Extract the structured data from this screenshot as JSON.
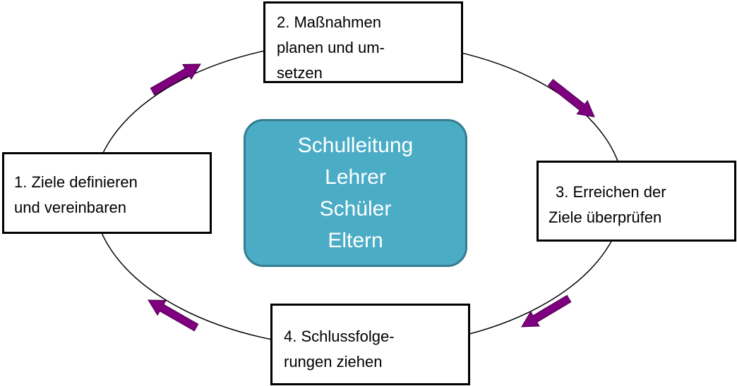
{
  "diagram": {
    "center": {
      "lines": [
        "Schulleitung",
        "Lehrer",
        "Schüler",
        "Eltern"
      ],
      "fill_color": "#4bacc6",
      "border_color": "#357d91",
      "text_color": "#ffffff"
    },
    "steps": [
      {
        "text": "1.  Ziele definieren\nund vereinbaren"
      },
      {
        "text": "2.  Maßnahmen\nplanen und um-\nsetzen"
      },
      {
        "text": "3.  Erreichen der\nZiele überprüfen"
      },
      {
        "text": "4.  Schlussfolge-\nrungen ziehen"
      }
    ],
    "arrow_color": "#7f007f",
    "cycle_line_color": "#000000"
  }
}
